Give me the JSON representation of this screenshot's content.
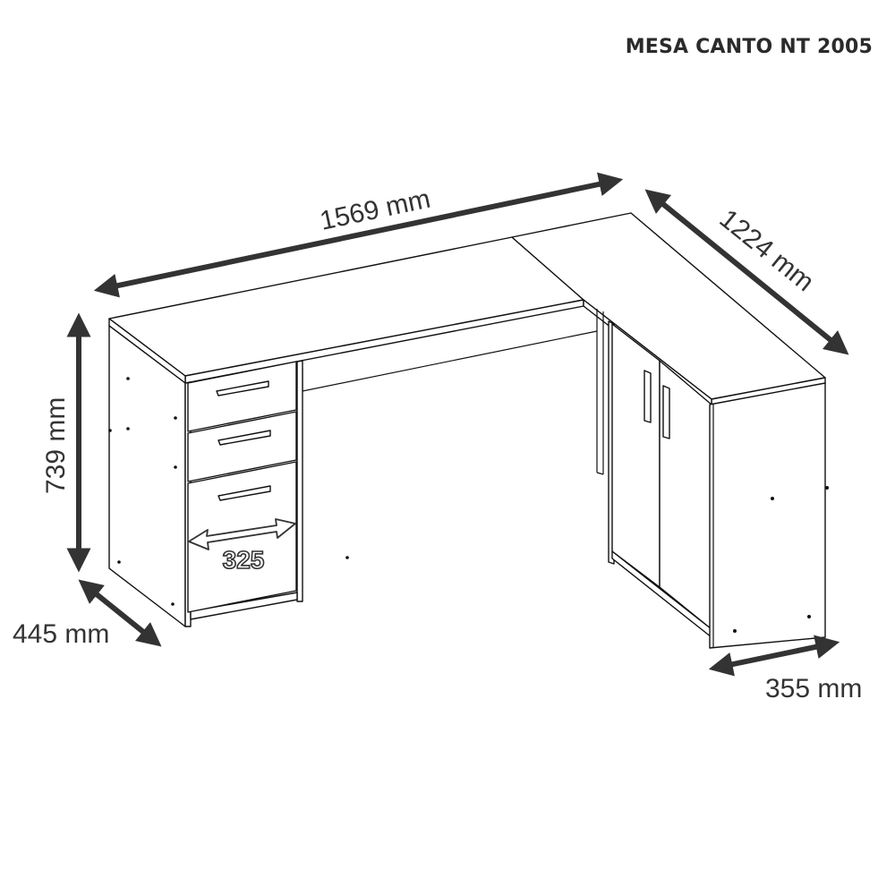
{
  "title": "MESA CANTO NT 2005",
  "colors": {
    "line": "#111111",
    "arrow": "#333333",
    "text": "#333333",
    "background": "#ffffff"
  },
  "dimensions": {
    "width_main": "1569 mm",
    "width_side": "1224 mm",
    "height": "739 mm",
    "depth_drawer": "445 mm",
    "depth_cabinet": "355 mm",
    "drawer_inner": "325"
  }
}
